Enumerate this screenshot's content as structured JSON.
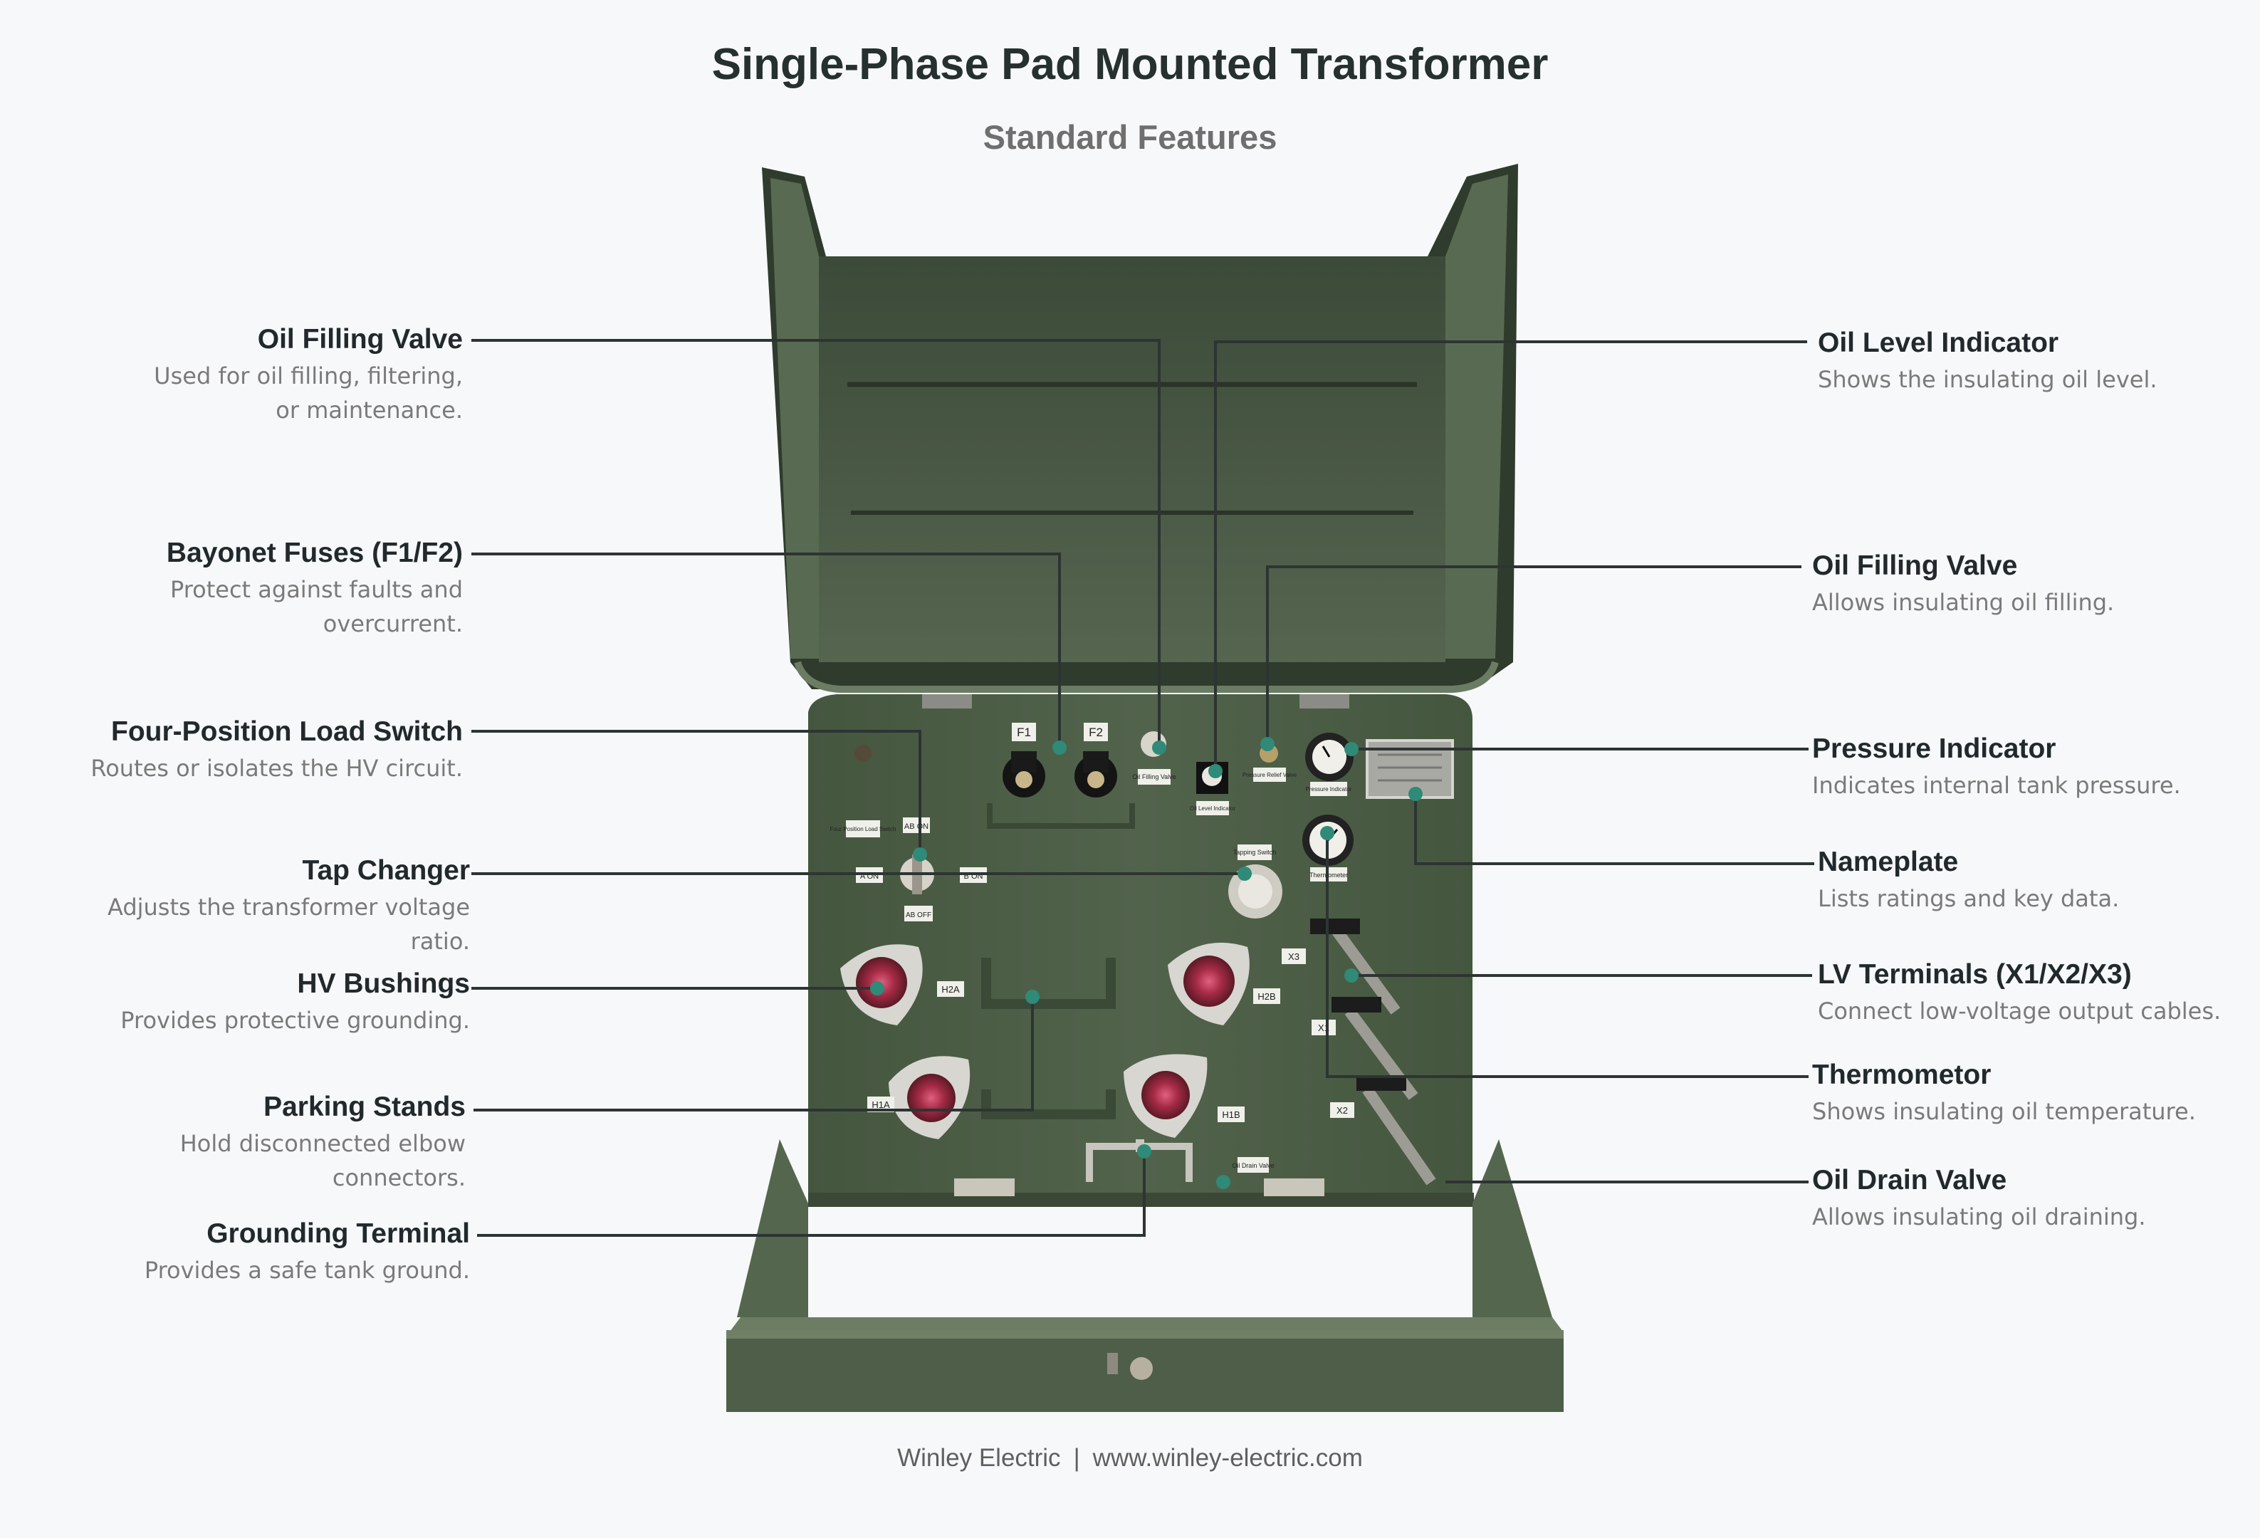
{
  "title": "Single-Phase Pad Mounted Transformer",
  "subtitle": "Standard Features",
  "footer": {
    "brand": "Winley Electric",
    "separator": "|",
    "website": "www.winley-electric.com"
  },
  "colors": {
    "callout_line": "#2d3434",
    "marker": "#2f8a78",
    "cabinet": "#4a5a47",
    "background": "#f7f8f9"
  },
  "callouts_left": [
    {
      "title": "Oil Filling Valve",
      "desc_line1": "Used for oil filling, filtering,",
      "desc_line2": "or maintenance."
    },
    {
      "title": "Bayonet Fuses (F1/F2)",
      "desc_line1": "Protect against faults and",
      "desc_line2": "overcurrent."
    },
    {
      "title": "Four-Position Load Switch",
      "desc_line1": "Routes or isolates the HV circuit.",
      "desc_line2": ""
    },
    {
      "title": "Tap Changer",
      "desc_line1": "Adjusts the transformer voltage",
      "desc_line2": "ratio."
    },
    {
      "title": "HV Bushings",
      "desc_line1": "Provides protective grounding.",
      "desc_line2": ""
    },
    {
      "title": "Parking Stands",
      "desc_line1": "Hold disconnected elbow",
      "desc_line2": "connectors."
    },
    {
      "title": "Grounding Terminal",
      "desc_line1": "Provides a safe tank ground.",
      "desc_line2": ""
    }
  ],
  "callouts_right": [
    {
      "title": "Oil Level Indicator",
      "desc_line1": "Shows the insulating oil level."
    },
    {
      "title": "Oil Filling Valve",
      "desc_line1": "Allows insulating oil filling."
    },
    {
      "title": "Pressure Indicator",
      "desc_line1": "Indicates internal tank pressure."
    },
    {
      "title": "Nameplate",
      "desc_line1": "Lists ratings and key data."
    },
    {
      "title": "LV Terminals (X1/X2/X3)",
      "desc_line1": "Connect low-voltage output cables."
    },
    {
      "title": "Thermometor",
      "desc_line1": "Shows insulating oil temperature."
    },
    {
      "title": "Oil Drain Valve",
      "desc_line1": "Allows insulating oil draining."
    }
  ],
  "panel_labels": {
    "f1": "F1",
    "f2": "F2",
    "oil_filling_valve": "Oil Filling Valve",
    "oil_level_indicator": "Oil Level Indicator",
    "pressure_relief_valve": "Pressure Relief Valve",
    "pressure_indicator": "Pressure Indicator",
    "four_position_load_switch": "Four Position Load Switch",
    "tapping_switch": "Tapping Switch",
    "thermometer": "Thermometer",
    "ab_on": "AB ON",
    "a_on": "A ON",
    "b_on": "B ON",
    "ab_off": "AB OFF",
    "h2a": "H2A",
    "h2b": "H2B",
    "h1a": "H1A",
    "h1b": "H1B",
    "x1": "X1",
    "x2": "X2",
    "x3": "X3",
    "oil_drain_valve": "Oil Drain Valve"
  }
}
